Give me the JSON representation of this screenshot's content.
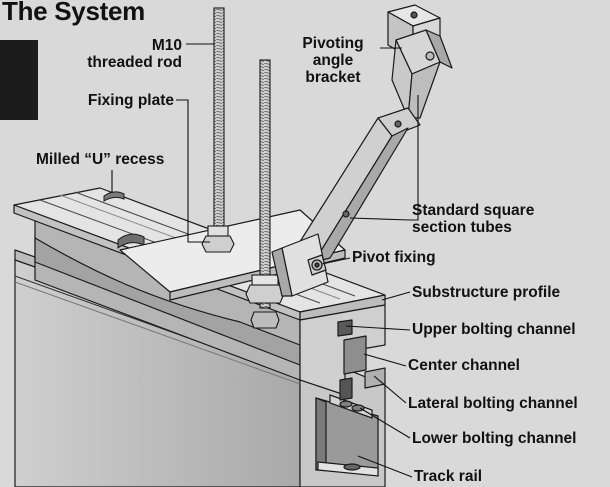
{
  "title": "The System",
  "labels": {
    "m10_rod": [
      "M10",
      "threaded rod"
    ],
    "fixing_plate": "Fixing plate",
    "milled_recess": "Milled “U” recess",
    "pivoting_bracket": [
      "Pivoting",
      "angle",
      "bracket"
    ],
    "square_tubes": [
      "Standard square",
      "section tubes"
    ],
    "pivot_fixing": "Pivot fixing",
    "substructure_profile": "Substructure profile",
    "upper_bolting_channel": "Upper bolting channel",
    "center_channel": "Center channel",
    "lateral_bolting_channel": "Lateral bolting channel",
    "lower_bolting_channel": "Lower bolting channel",
    "track_rail": "Track rail"
  },
  "colors": {
    "background": "#d9d9d9",
    "metal_light": "#e6e6e6",
    "metal_mid": "#bdbdbd",
    "metal_dark": "#8c8c8c",
    "outline": "#1a1a1a"
  }
}
